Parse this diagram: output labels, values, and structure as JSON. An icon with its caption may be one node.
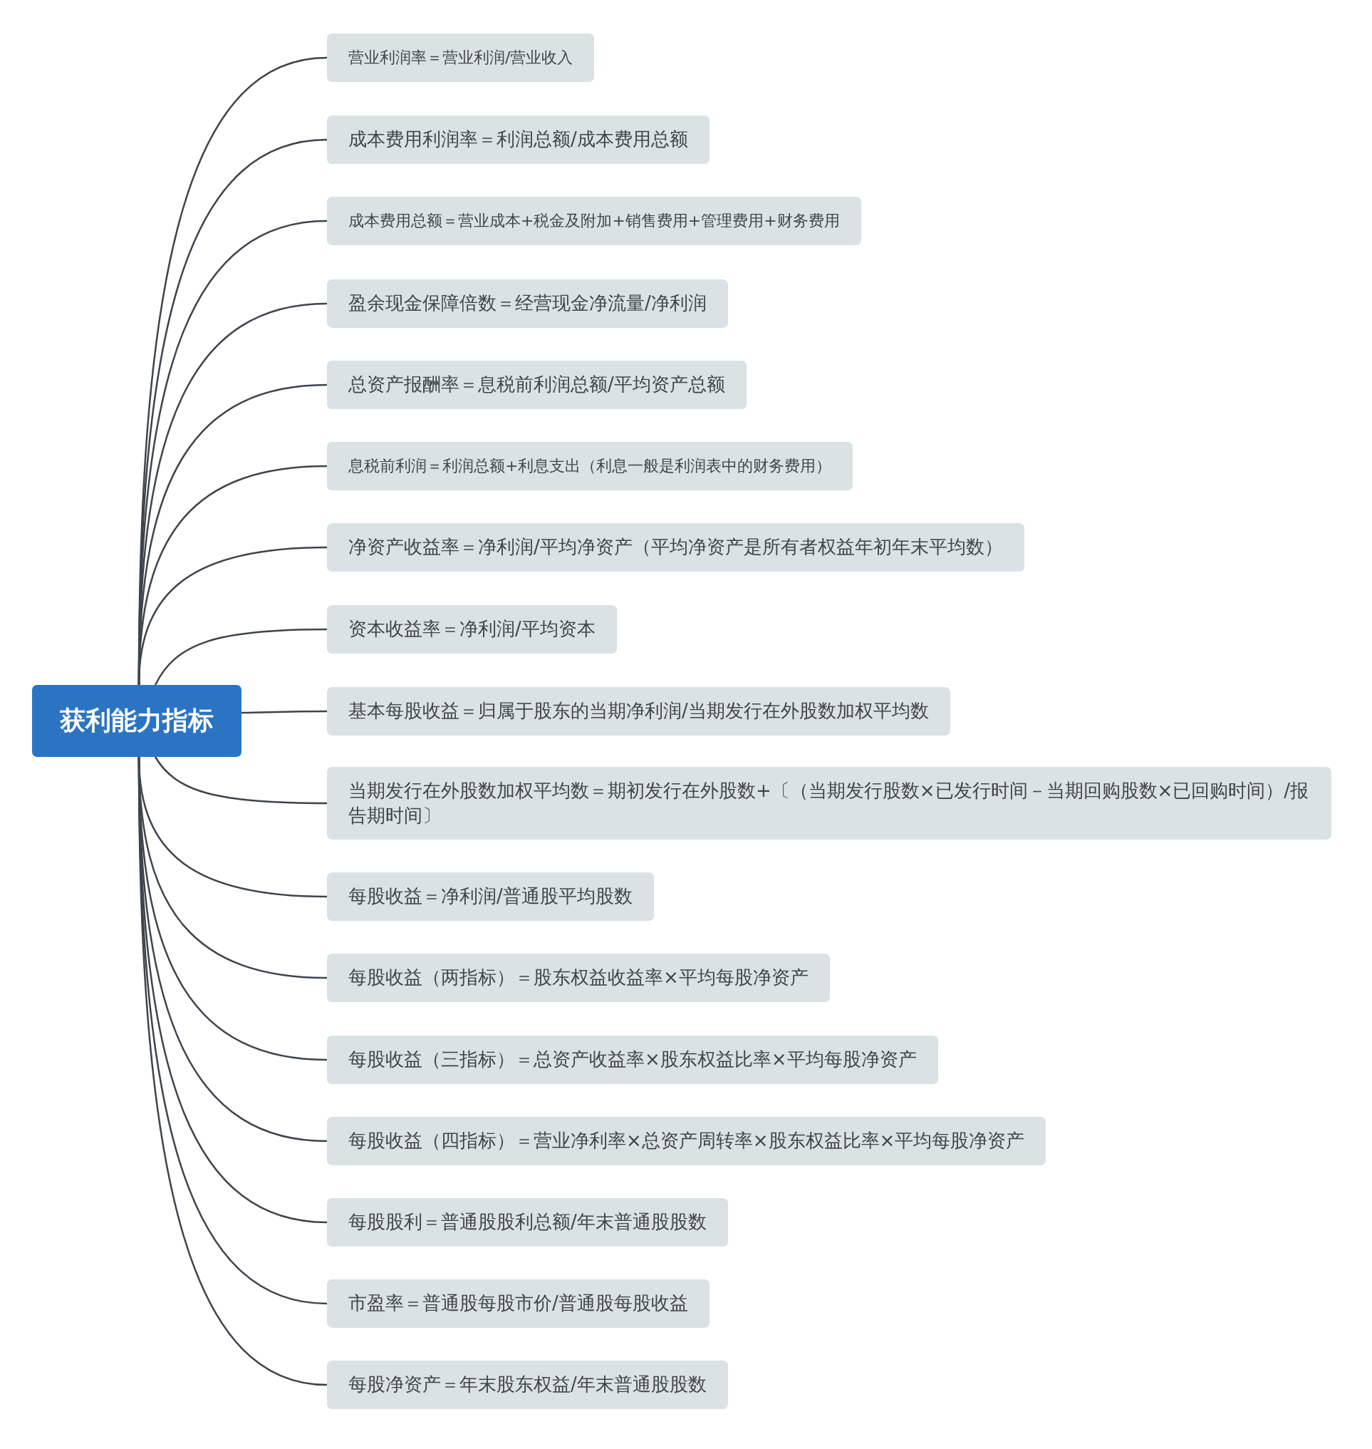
{
  "diagram": {
    "nodes": [
      {
        "text": [
          "获利能力指标"
        ]
      },
      {
        "text": [
          "营业利润率＝营业利润/营业收入"
        ]
      },
      {
        "text": [
          "成本费用利润率＝利润总额/成本费用总额"
        ]
      },
      {
        "text": [
          "成本费用总额＝营业成本+税金及附加+销售费用+管理费用+财务费用"
        ]
      },
      {
        "text": [
          "盈余现金保障倍数＝经营现金净流量/净利润"
        ]
      },
      {
        "text": [
          "总资产报酬率＝息税前利润总额/平均资产总额"
        ]
      },
      {
        "text": [
          "息税前利润＝利润总额+利息支出（利息一般是利润表中的财务费用）"
        ]
      },
      {
        "text": [
          "净资产收益率＝净利润/平均净资产（平均净资产是所有者权益年初年末平均数）"
        ]
      },
      {
        "text": [
          "资本收益率＝净利润/平均资本"
        ]
      },
      {
        "text": [
          "基本每股收益＝归属于股东的当期净利润/当期发行在外股数加权平均数"
        ]
      },
      {
        "text": [
          "当期发行在外股数加权平均数＝期初发行在外股数+〔（当期发行股数×已发行时间－当期回购股数×已回购时间）/报告期时间〕"
        ]
      },
      {
        "text": [
          "每股收益＝净利润/普通股平均股数"
        ]
      },
      {
        "text": [
          "每股收益（两指标）＝股东权益收益率×平均每股净资产"
        ]
      },
      {
        "text": [
          "每股收益（三指标）＝总资产收益率×股东权益比率×平均每股净资产"
        ]
      },
      {
        "text": [
          "每股收益（四指标）＝营业净利率×总资产周转率×股东权益比率×平均每股净资产"
        ]
      },
      {
        "text": [
          "每股股利＝普通股股利总额/年末普通股股数"
        ]
      },
      {
        "text": [
          "市盈率＝普通股每股市价/普通股每股收益"
        ]
      },
      {
        "text": [
          "每股净资产＝年末股东权益/年末普通股股数"
        ]
      }
    ],
    "edges": [
      {
        "from": 0,
        "to": 1,
        "arrow": "none"
      },
      {
        "from": 0,
        "to": 2,
        "arrow": "none"
      },
      {
        "from": 0,
        "to": 3,
        "arrow": "none"
      },
      {
        "from": 0,
        "to": 4,
        "arrow": "none"
      },
      {
        "from": 0,
        "to": 5,
        "arrow": "none"
      },
      {
        "from": 0,
        "to": 6,
        "arrow": "none"
      },
      {
        "from": 0,
        "to": 7,
        "arrow": "none"
      },
      {
        "from": 0,
        "to": 8,
        "arrow": "none"
      },
      {
        "from": 0,
        "to": 9,
        "arrow": "none"
      },
      {
        "from": 0,
        "to": 10,
        "arrow": "none"
      },
      {
        "from": 0,
        "to": 11,
        "arrow": "none"
      },
      {
        "from": 0,
        "to": 12,
        "arrow": "none"
      },
      {
        "from": 0,
        "to": 13,
        "arrow": "none"
      },
      {
        "from": 0,
        "to": 14,
        "arrow": "none"
      },
      {
        "from": 0,
        "to": 15,
        "arrow": "none"
      },
      {
        "from": 0,
        "to": 16,
        "arrow": "none"
      },
      {
        "from": 0,
        "to": 17,
        "arrow": "none"
      }
    ]
  }
}
